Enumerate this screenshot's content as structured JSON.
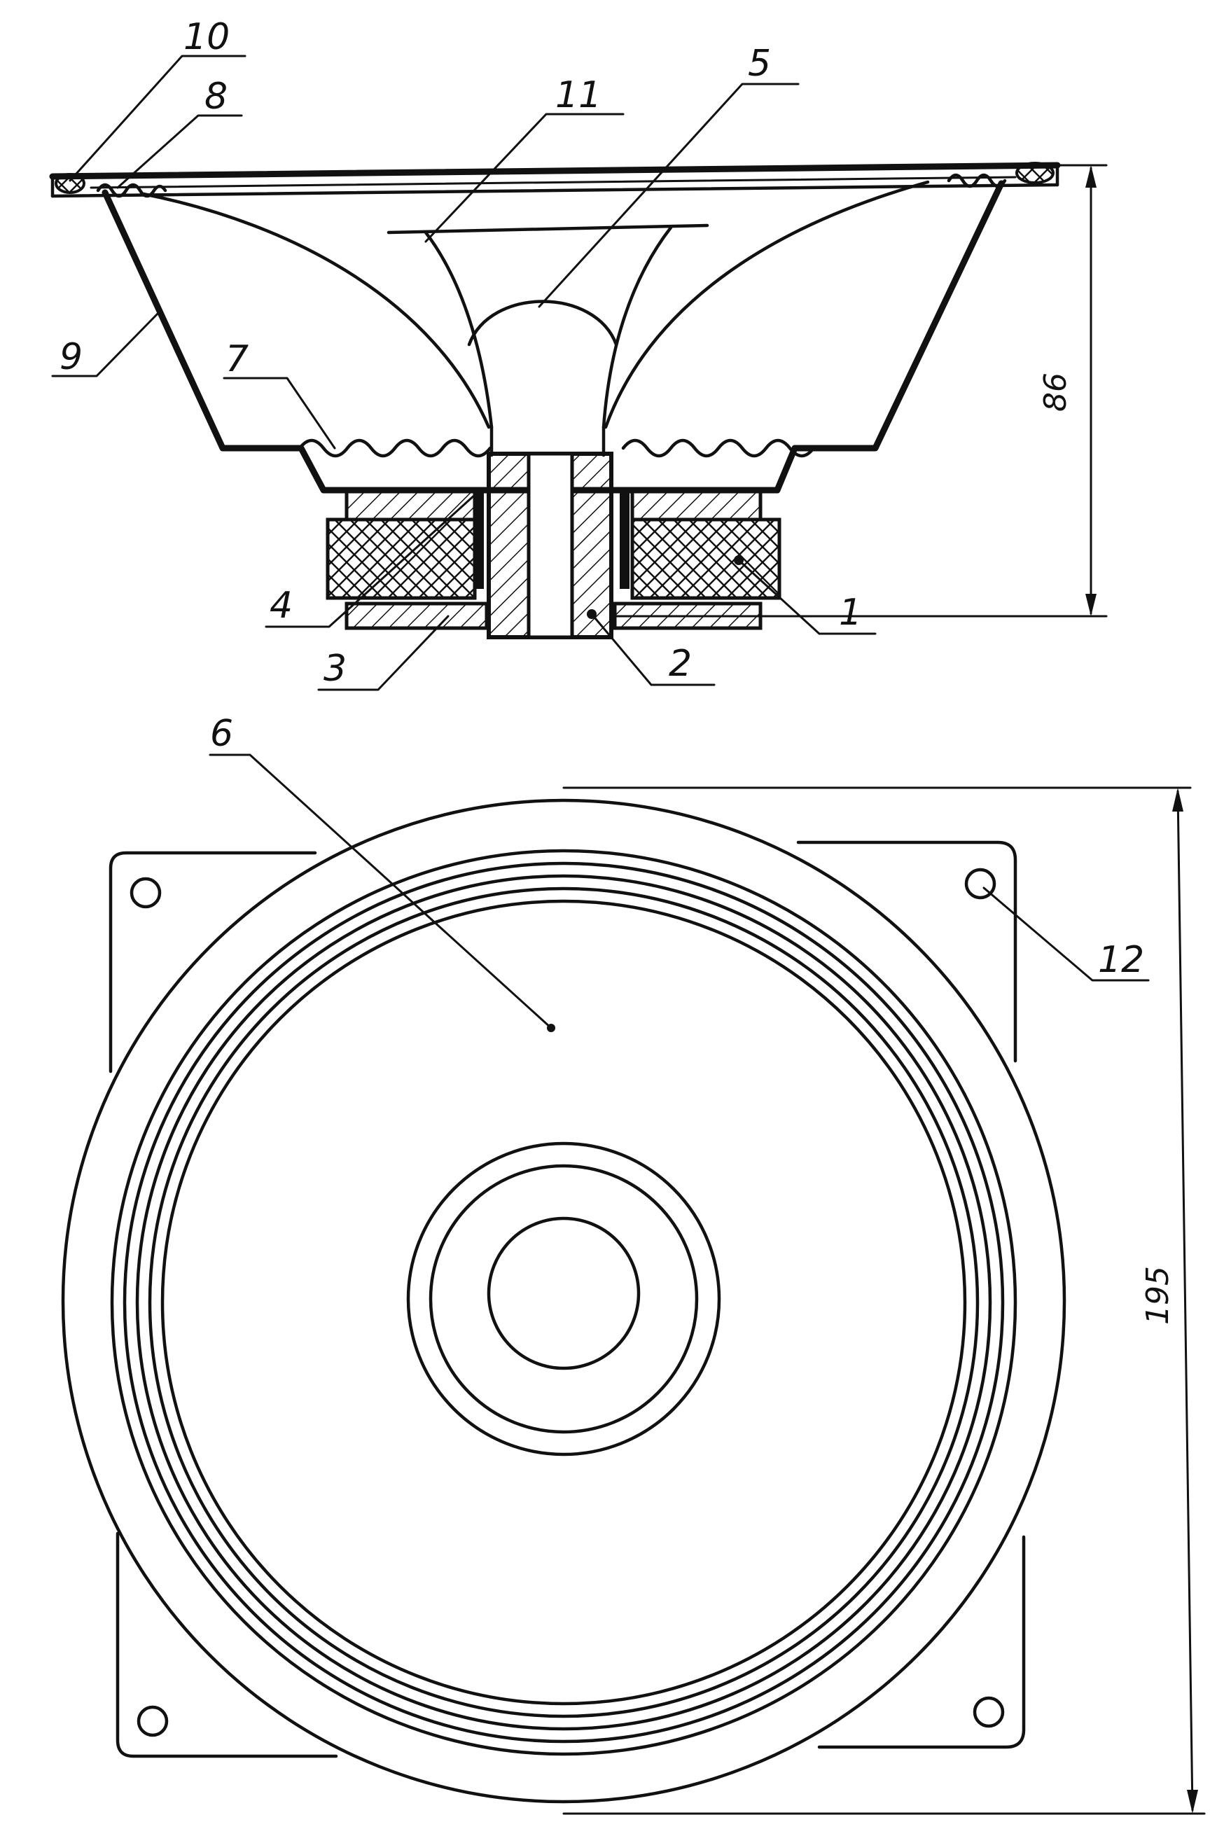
{
  "labels": {
    "l1": "1",
    "l2": "2",
    "l3": "3",
    "l4": "4",
    "l5": "5",
    "l6": "6",
    "l7": "7",
    "l8": "8",
    "l9": "9",
    "l10": "10",
    "l11": "11",
    "l12": "12"
  },
  "dimensions": {
    "height": "86",
    "width": "195"
  }
}
